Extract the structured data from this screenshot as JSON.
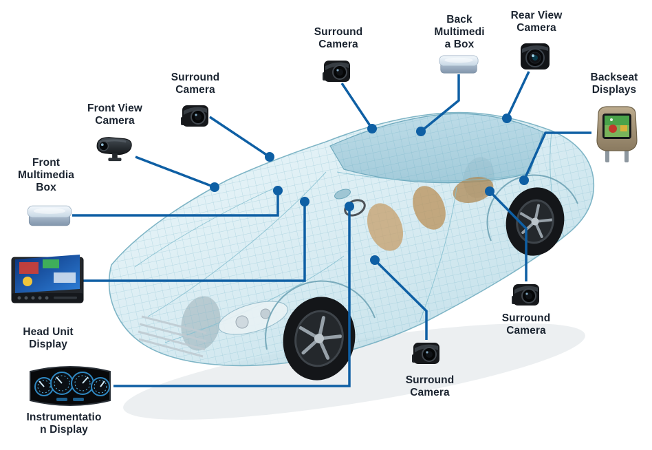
{
  "colors": {
    "connector_blue": "#0e5fa4",
    "label_text": "#1b2430"
  },
  "components": {
    "surround_camera_top": {
      "label": "Surround\nCamera"
    },
    "back_multimedia_box": {
      "label": "Back\nMultimedi\na Box"
    },
    "rear_view_camera": {
      "label": "Rear View\nCamera"
    },
    "backseat_displays": {
      "label": "Backseat\nDisplays"
    },
    "surround_camera_left": {
      "label": "Surround\nCamera"
    },
    "front_view_camera": {
      "label": "Front View\nCamera"
    },
    "front_multimedia_box": {
      "label": "Front\nMultimedia\nBox"
    },
    "head_unit_display": {
      "label": "Head Unit\nDisplay"
    },
    "instrumentation_display": {
      "label": "Instrumentatio\nn Display"
    },
    "surround_camera_bottom": {
      "label": "Surround\nCamera"
    },
    "surround_camera_right": {
      "label": "Surround\nCamera"
    }
  }
}
